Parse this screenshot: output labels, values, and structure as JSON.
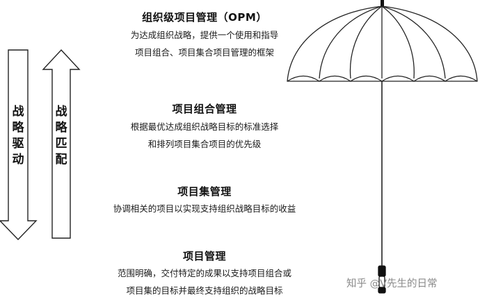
{
  "levels": [
    {
      "title": "组织级项目管理（OPM）",
      "lines": [
        "为达成组织战略，提供一个使用和指导",
        "项目组合、项目集合项目管理的框架"
      ]
    },
    {
      "title": "项目组合管理",
      "lines": [
        "根据最优达成组织战略目标的标准选择",
        "和排列项目集合项目的优先级"
      ]
    },
    {
      "title": "项目集管理",
      "lines": [
        "协调相关的项目以实现支持组织战略目标的收益"
      ]
    },
    {
      "title": "项目管理",
      "lines": [
        "范围明确，交付特定的成果以支持项目组合或",
        "项目集的目标并最终支持组织的战略目标"
      ]
    }
  ],
  "arrows": {
    "down_label": "战略驱动",
    "up_label": "战略匹配"
  },
  "watermark": "知乎 @V先生的日常",
  "colors": {
    "stroke": "#222222",
    "text": "#111111",
    "watermark": "#8a8a8a"
  }
}
